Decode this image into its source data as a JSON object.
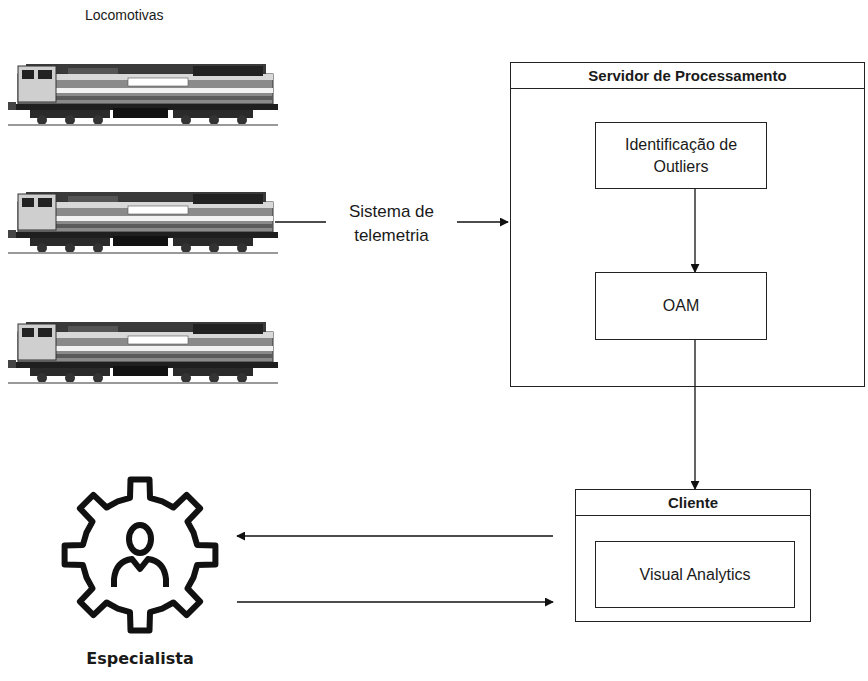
{
  "diagram": {
    "nodes": [
      {
        "text": [
          "Locomotivas"
        ]
      },
      {
        "text": [
          "Servidor de Processamento"
        ]
      },
      {
        "text": [
          "Identificação de Outliers"
        ],
        "in": 1
      },
      {
        "text": [
          "OAM"
        ],
        "in": 1
      },
      {
        "text": [
          "Cliente"
        ]
      },
      {
        "text": [
          "Visual Analytics"
        ],
        "in": 4
      },
      {
        "text": [
          "Especialista"
        ]
      }
    ],
    "edges": [
      {
        "from": 0,
        "to": 1,
        "arrow": "to",
        "label": "Sistema de telemetria"
      },
      {
        "from": 2,
        "to": 3,
        "arrow": "to"
      },
      {
        "from": 3,
        "to": 4,
        "arrow": "to"
      },
      {
        "from": 4,
        "to": 6,
        "arrow": "to"
      },
      {
        "from": 6,
        "to": 4,
        "arrow": "to"
      }
    ]
  }
}
